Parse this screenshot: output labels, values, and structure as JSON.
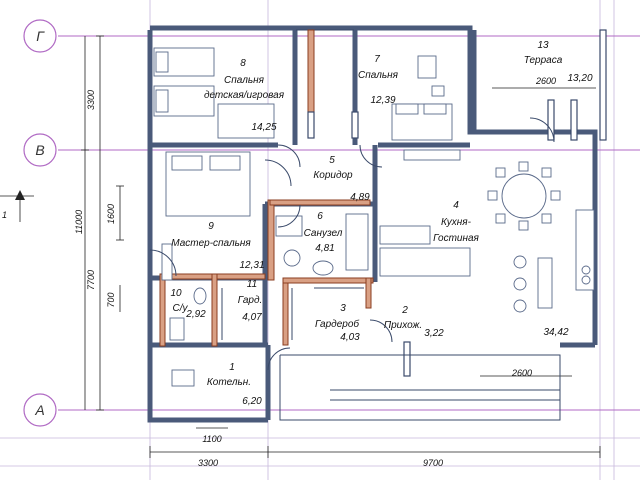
{
  "axes": {
    "g": "Г",
    "v": "В",
    "a": "А",
    "section_mark": "1"
  },
  "dims": {
    "top_3300": "3300",
    "left_11000": "11000",
    "left_7700": "7700",
    "left_1600": "1600",
    "left_700": "700",
    "bottom_3300": "3300",
    "bottom_9700": "9700",
    "bottom_1100": "1100",
    "terrace_2600": "2600",
    "living_2600": "2600"
  },
  "rooms": [
    {
      "num": "8",
      "name1": "Спальня",
      "name2": "детская/игровая",
      "area": "14,25"
    },
    {
      "num": "7",
      "name1": "Спальня",
      "name2": "",
      "area": "12,39"
    },
    {
      "num": "13",
      "name1": "Терраса",
      "name2": "",
      "area": "13,20"
    },
    {
      "num": "5",
      "name1": "Коридор",
      "name2": "",
      "area": "4,89"
    },
    {
      "num": "4",
      "name1": "Кухня-",
      "name2": "Гостиная",
      "area": "34,42"
    },
    {
      "num": "6",
      "name1": "Санузел",
      "name2": "",
      "area": "4,81"
    },
    {
      "num": "9",
      "name1": "Мастер-спальня",
      "name2": "",
      "area": "12,31"
    },
    {
      "num": "10",
      "name1": "С/у",
      "name2": "",
      "area": "2,92"
    },
    {
      "num": "11",
      "name1": "Гард.",
      "name2": "",
      "area": "4,07"
    },
    {
      "num": "3",
      "name1": "Гардероб",
      "name2": "",
      "area": "4,03"
    },
    {
      "num": "2",
      "name1": "Прихож.",
      "name2": "",
      "area": "3,22"
    },
    {
      "num": "1",
      "name1": "Котельн.",
      "name2": "",
      "area": "6,20"
    }
  ]
}
